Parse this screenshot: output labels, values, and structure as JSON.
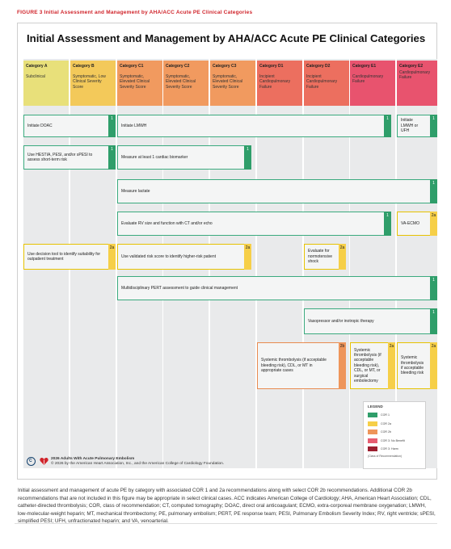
{
  "figure": {
    "number": "FIGURE 3",
    "title": "Initial Assessment and Management by AHA/ACC Acute PE Clinical Categories"
  },
  "main_title": "Initial Assessment and Management by AHA/ACC Acute PE Clinical Categories",
  "colors": {
    "cat_a": "#e8e07a",
    "cat_b": "#f3c95a",
    "cat_c": "#f19a5f",
    "cat_d": "#ec6f5f",
    "cat_e": "#e8536e",
    "cor1": "#2f9e6a",
    "cor2a": "#f6cf48",
    "cor2b": "#ee955a",
    "cor3nb": "#e65d71",
    "cor3harm": "#9c1f30",
    "accent": "#d0242b"
  },
  "categories": [
    {
      "name": "Category A",
      "desc": "Subclinical"
    },
    {
      "name": "Category B",
      "desc": "Symptomatic, Low Clinical Severity Score"
    },
    {
      "name": "Category C1",
      "desc": "Symptomatic, Elevated Clinical Severity Score"
    },
    {
      "name": "Category C2",
      "desc": "Symptomatic, Elevated Clinical Severity Score"
    },
    {
      "name": "Category C3",
      "desc": "Symptomatic, Elevated Clinical Severity Score"
    },
    {
      "name": "Category D1",
      "desc": "Incipient Cardiopulmonary Failure"
    },
    {
      "name": "Category D2",
      "desc": "Incipient Cardiopulmonary Failure"
    },
    {
      "name": "Category E1",
      "desc": "Cardiopulmonary Failure"
    },
    {
      "name": "Category E2",
      "desc": "Cardiopulmonary Failure"
    }
  ],
  "recs": [
    {
      "text": "Initiate DOAC",
      "cor": "1"
    },
    {
      "text": "Initiate LMWH",
      "cor": "1"
    },
    {
      "text": "Initiate LMWH or UFH",
      "cor": "1"
    },
    {
      "text": "Use HESTIA, PESI, and/or sPESI to assess short-term risk",
      "cor": "1"
    },
    {
      "text": "Measure at least 1 cardiac biomarker",
      "cor": "1"
    },
    {
      "text": "Measure lactate",
      "cor": "1"
    },
    {
      "text": "Evaluate RV size and function with CT and/or echo",
      "cor": "1"
    },
    {
      "text": "VA-ECMO",
      "cor": "2a"
    },
    {
      "text": "Use decision tool to identify suitability for outpatient treatment",
      "cor": "2a"
    },
    {
      "text": "Use validated risk score to identify higher-risk patient",
      "cor": "2a"
    },
    {
      "text": "Evaluate for normotensive shock",
      "cor": "2a"
    },
    {
      "text": "Multidisciplinary PERT assessment to guide clinical management",
      "cor": "1"
    },
    {
      "text": "Vasopressor and/or inotropic therapy",
      "cor": "1"
    },
    {
      "text": "Systemic thrombolysis (if acceptable bleeding risk), CDL, or MT in appropriate cases",
      "cor": "2b"
    },
    {
      "text": "Systemic thrombolysis (if acceptable bleeding risk), CDL, or MT, or surgical embolectomy",
      "cor": "2a"
    },
    {
      "text": "Systemic thrombolysis if acceptable bleeding risk",
      "cor": "2a"
    }
  ],
  "legend": {
    "title": "LEGEND",
    "items": [
      "COR 1",
      "COR 2a",
      "COR 2b",
      "COR 3: No Benefit",
      "COR 3: Harm"
    ],
    "caption": "(Class of Recommendation)"
  },
  "footer": {
    "line1": "2026 Adults With Acute Pulmonary Embolism",
    "line2": "© 2026 by the American Heart Association, Inc., and the American College of Cardiology Foundation."
  },
  "caption": "Initial assessment and management of acute PE by category with associated COR 1 and 2a recommendations along with select COR 2b recommendations. Additional COR 2b recommendations that are not included in this figure may be appropriate in select clinical cases. ACC indicates American College of Cardiology; AHA, American Heart Association; CDL, catheter-directed thrombolysis; COR, class of recommendation; CT, computed tomography; DOAC, direct oral anticoagulant; ECMO, extra-corporeal membrane oxygenation; LMWH, low-molecular-weight heparin; MT, mechanical thrombectomy; PE, pulmonary embolism; PERT, PE response team; PESI, Pulmonary Embolism Severity Index; RV, right ventricle; sPESI, simplified PESI; UFH, unfractionated heparin; and VA, venoarterial."
}
